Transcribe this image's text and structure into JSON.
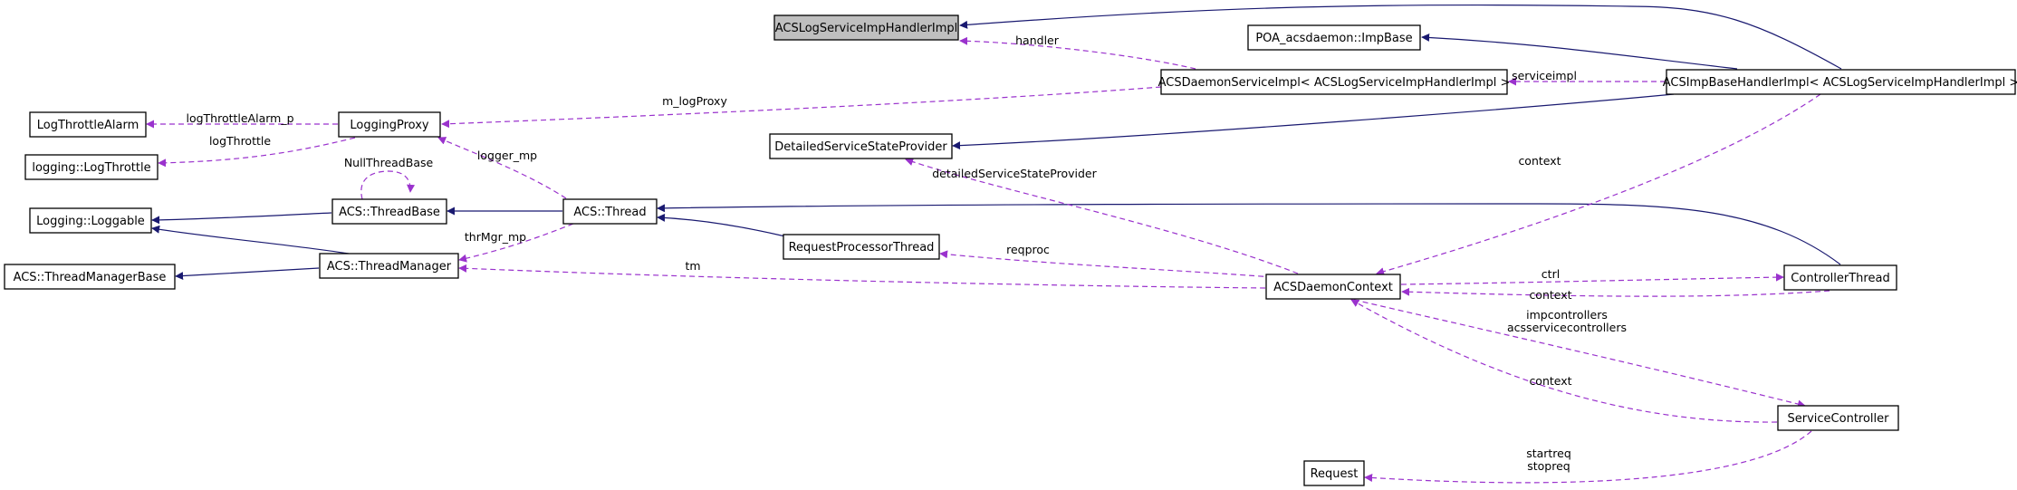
{
  "diagram": {
    "nodes": [
      {
        "id": "ACSLogServiceImpHandlerImpl",
        "label": "ACSLogServiceImpHandlerImpl",
        "highlighted": true
      },
      {
        "id": "POA_acsdaemon_ImpBase",
        "label": "POA_acsdaemon::ImpBase"
      },
      {
        "id": "ACSDaemonServiceImpl",
        "label": "ACSDaemonServiceImpl< ACSLogServiceImpHandlerImpl >"
      },
      {
        "id": "ACSImpBaseHandlerImpl",
        "label": "ACSImpBaseHandlerImpl< ACSLogServiceImpHandlerImpl >"
      },
      {
        "id": "LogThrottleAlarm",
        "label": "LogThrottleAlarm"
      },
      {
        "id": "LoggingProxy",
        "label": "LoggingProxy"
      },
      {
        "id": "logging_LogThrottle",
        "label": "logging::LogThrottle"
      },
      {
        "id": "DetailedServiceStateProvider",
        "label": "DetailedServiceStateProvider"
      },
      {
        "id": "Logging_Loggable",
        "label": "Logging::Loggable"
      },
      {
        "id": "ACS_ThreadBase",
        "label": "ACS::ThreadBase"
      },
      {
        "id": "ACS_Thread",
        "label": "ACS::Thread"
      },
      {
        "id": "ACS_ThreadManagerBase",
        "label": "ACS::ThreadManagerBase"
      },
      {
        "id": "ACS_ThreadManager",
        "label": "ACS::ThreadManager"
      },
      {
        "id": "RequestProcessorThread",
        "label": "RequestProcessorThread"
      },
      {
        "id": "ACSDaemonContext",
        "label": "ACSDaemonContext"
      },
      {
        "id": "ControllerThread",
        "label": "ControllerThread"
      },
      {
        "id": "ServiceController",
        "label": "ServiceController"
      },
      {
        "id": "Request",
        "label": "Request"
      }
    ],
    "edges": [
      {
        "id": "e_impbase_log",
        "kind": "inheritance",
        "from": "ACSImpBaseHandlerImpl",
        "to": "ACSLogServiceImpHandlerImpl",
        "label": ""
      },
      {
        "id": "e_impbase_poa",
        "kind": "inheritance",
        "from": "ACSImpBaseHandlerImpl",
        "to": "POA_acsdaemon_ImpBase",
        "label": ""
      },
      {
        "id": "e_impbase_dssp",
        "kind": "inheritance",
        "from": "ACSImpBaseHandlerImpl",
        "to": "DetailedServiceStateProvider",
        "label": ""
      },
      {
        "id": "e_handler",
        "kind": "usage",
        "from": "ACSDaemonServiceImpl",
        "to": "ACSLogServiceImpHandlerImpl",
        "label": "handler"
      },
      {
        "id": "e_serviceimpl",
        "kind": "usage",
        "from": "ACSImpBaseHandlerImpl",
        "to": "ACSDaemonServiceImpl",
        "label": "serviceimpl"
      },
      {
        "id": "e_m_logproxy",
        "kind": "usage",
        "from": "ACSDaemonServiceImpl",
        "to": "LoggingProxy",
        "label": "m_logProxy"
      },
      {
        "id": "e_logthrottlealarm",
        "kind": "usage",
        "from": "LoggingProxy",
        "to": "LogThrottleAlarm",
        "label": "logThrottleAlarm_p"
      },
      {
        "id": "e_logthrottle",
        "kind": "usage",
        "from": "LoggingProxy",
        "to": "logging_LogThrottle",
        "label": "logThrottle"
      },
      {
        "id": "e_logger_mp",
        "kind": "usage",
        "from": "ACS_Thread",
        "to": "LoggingProxy",
        "label": "logger_mp"
      },
      {
        "id": "e_nullthreadbase",
        "kind": "usage",
        "from": "ACS_ThreadBase",
        "to": "ACS_ThreadBase",
        "label": "NullThreadBase"
      },
      {
        "id": "e_threadbase_loggable",
        "kind": "inheritance",
        "from": "ACS_ThreadBase",
        "to": "Logging_Loggable",
        "label": ""
      },
      {
        "id": "e_thread_threadbase",
        "kind": "inheritance",
        "from": "ACS_Thread",
        "to": "ACS_ThreadBase",
        "label": ""
      },
      {
        "id": "e_tm_loggable",
        "kind": "inheritance",
        "from": "ACS_ThreadManager",
        "to": "Logging_Loggable",
        "label": ""
      },
      {
        "id": "e_tm_tmbase",
        "kind": "inheritance",
        "from": "ACS_ThreadManager",
        "to": "ACS_ThreadManagerBase",
        "label": ""
      },
      {
        "id": "e_thrmgr_mp",
        "kind": "usage",
        "from": "ACS_Thread",
        "to": "ACS_ThreadManager",
        "label": "thrMgr_mp"
      },
      {
        "id": "e_rpt_thread",
        "kind": "inheritance",
        "from": "RequestProcessorThread",
        "to": "ACS_Thread",
        "label": ""
      },
      {
        "id": "e_ct_thread",
        "kind": "inheritance",
        "from": "ControllerThread",
        "to": "ACS_Thread",
        "label": ""
      },
      {
        "id": "e_dssp",
        "kind": "usage",
        "from": "ACSDaemonContext",
        "to": "DetailedServiceStateProvider",
        "label": "detailedServiceStateProvider"
      },
      {
        "id": "e_context_impbase",
        "kind": "usage",
        "from": "ACSImpBaseHandlerImpl",
        "to": "ACSDaemonContext",
        "label": "context"
      },
      {
        "id": "e_reqproc",
        "kind": "usage",
        "from": "ACSDaemonContext",
        "to": "RequestProcessorThread",
        "label": "reqproc"
      },
      {
        "id": "e_tm",
        "kind": "usage",
        "from": "ACSDaemonContext",
        "to": "ACS_ThreadManager",
        "label": "tm"
      },
      {
        "id": "e_ctrl",
        "kind": "usage",
        "from": "ACSDaemonContext",
        "to": "ControllerThread",
        "label": "ctrl"
      },
      {
        "id": "e_context_ct",
        "kind": "usage",
        "from": "ControllerThread",
        "to": "ACSDaemonContext",
        "label": "context"
      },
      {
        "id": "e_controllers",
        "kind": "usage",
        "from": "ACSDaemonContext",
        "to": "ServiceController",
        "label": "impcontrollers\nacsservicecontrollers"
      },
      {
        "id": "e_context_sc",
        "kind": "usage",
        "from": "ServiceController",
        "to": "ACSDaemonContext",
        "label": "context"
      },
      {
        "id": "e_req",
        "kind": "usage",
        "from": "ServiceController",
        "to": "Request",
        "label": "startreq\nstopreq"
      }
    ]
  },
  "colors": {
    "inheritance": "#191970",
    "usage": "#9a32cd",
    "node_fill": "#ffffff",
    "highlight_fill": "#bfbfbf",
    "border": "#000000",
    "text": "#000000"
  }
}
